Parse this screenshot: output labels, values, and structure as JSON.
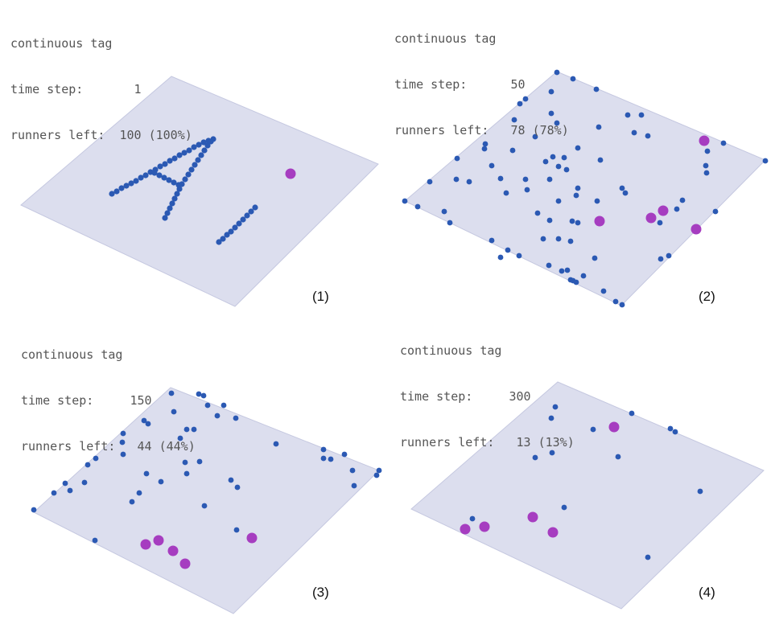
{
  "colors": {
    "plane": "#dcdeee",
    "runner": "#2b59b3",
    "tagger": "#a63dc0"
  },
  "panels": [
    {
      "label": "(1)",
      "stats": {
        "title": "continuous tag",
        "time_step_label": "time step:",
        "time_step_value": "1",
        "runners_label": "runners left:",
        "runners_value": "100 (100%)"
      }
    },
    {
      "label": "(2)",
      "stats": {
        "title": "continuous tag",
        "time_step_label": "time step:",
        "time_step_value": "50",
        "runners_label": "runners left:",
        "runners_value": "78 (78%)"
      }
    },
    {
      "label": "(3)",
      "stats": {
        "title": "continuous tag",
        "time_step_label": "time step:",
        "time_step_value": "150",
        "runners_label": "runners left:",
        "runners_value": "44 (44%)"
      }
    },
    {
      "label": "(4)",
      "stats": {
        "title": "continuous tag",
        "time_step_label": "time step:",
        "time_step_value": "300",
        "runners_label": "runners left:",
        "runners_value": "13 (13%)"
      }
    }
  ]
}
